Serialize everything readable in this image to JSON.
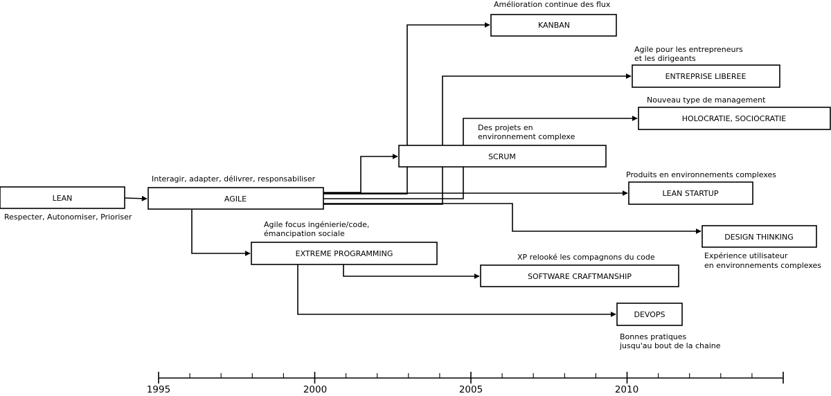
{
  "boxes": {
    "lean": "LEAN",
    "agile": "AGILE",
    "kanban": "KANBAN",
    "entreprise_liberee": "ENTREPRISE LIBEREE",
    "holocratie": "HOLOCRATIE, SOCIOCRATIE",
    "scrum": "SCRUM",
    "lean_startup": "LEAN STARTUP",
    "design_thinking": "DESIGN THINKING",
    "extreme_programming": "EXTREME PROGRAMMING",
    "software_craftmanship": "SOFTWARE CRAFTMANSHIP",
    "devops": "DEVOPS"
  },
  "notes": {
    "lean": "Respecter, Autonomiser, Prioriser",
    "agile": "Interagir, adapter, délivrer, responsabiliser",
    "kanban": "Amélioration continue des flux",
    "entreprise_liberee": [
      "Agile pour les entrepreneurs",
      "et les dirigeants"
    ],
    "holocratie": "Nouveau type de management",
    "scrum": [
      "Des projets en",
      "environnement complexe"
    ],
    "lean_startup": "Produits en environnements complexes",
    "design_thinking": [
      "Expérience utilisateur",
      "en environnements complexes"
    ],
    "extreme_programming": [
      "Agile focus ingénierie/code,",
      "émancipation sociale"
    ],
    "software_craftmanship": "XP relooké  les compagnons du code",
    "devops": [
      "Bonnes pratiques",
      "jusqu'au bout de la chaine"
    ]
  },
  "timeline": {
    "labels": [
      "1995",
      "2000",
      "2005",
      "2010"
    ]
  }
}
